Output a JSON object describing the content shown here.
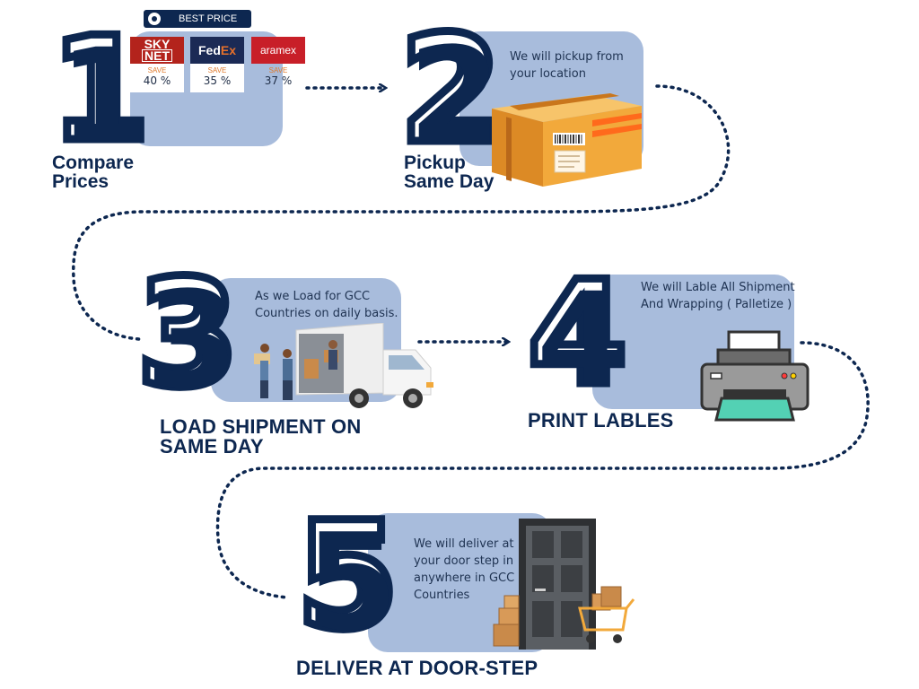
{
  "steps": [
    {
      "number": "1",
      "title_lines": [
        "Compare",
        "Prices"
      ]
    },
    {
      "number": "2",
      "title_lines": [
        "Pickup",
        "Same Day"
      ],
      "description": "We will pickup from your location"
    },
    {
      "number": "3",
      "title_lines": [
        "LOAD SHIPMENT ON",
        "SAME DAY"
      ],
      "description": "As we Load for GCC Countries on daily basis."
    },
    {
      "number": "4",
      "title_lines": [
        "PRINT LABLES"
      ],
      "description": "We will Lable All Shipment And Wrapping ( Palletize )"
    },
    {
      "number": "5",
      "title_lines": [
        "DELIVER AT DOOR-STEP"
      ],
      "description": "We will deliver at your door step in anywhere in GCC Countries"
    }
  ],
  "price_compare": {
    "badge": "BEST PRICE",
    "save_label": "SAVE",
    "carriers": [
      {
        "logo_lines": [
          "SKY",
          "NET"
        ],
        "save_percent": "40 %",
        "color": "#b3231c"
      },
      {
        "logo_lines": [
          "Fed",
          "Ex"
        ],
        "save_percent": "35 %",
        "color": "#1b2a55"
      },
      {
        "logo_lines": [
          "aramex"
        ],
        "save_percent": "37 %",
        "color": "#c81f28"
      }
    ]
  },
  "icons": {
    "step2": "cardboard-box-icon",
    "step3": "delivery-truck-icon",
    "step4": "printer-icon",
    "step5": "door-with-parcels-icon"
  },
  "colors": {
    "navy": "#0d2750",
    "panel": "#a8bcdc",
    "box": "#f2a93b",
    "accent_orange": "#e07a2c"
  }
}
